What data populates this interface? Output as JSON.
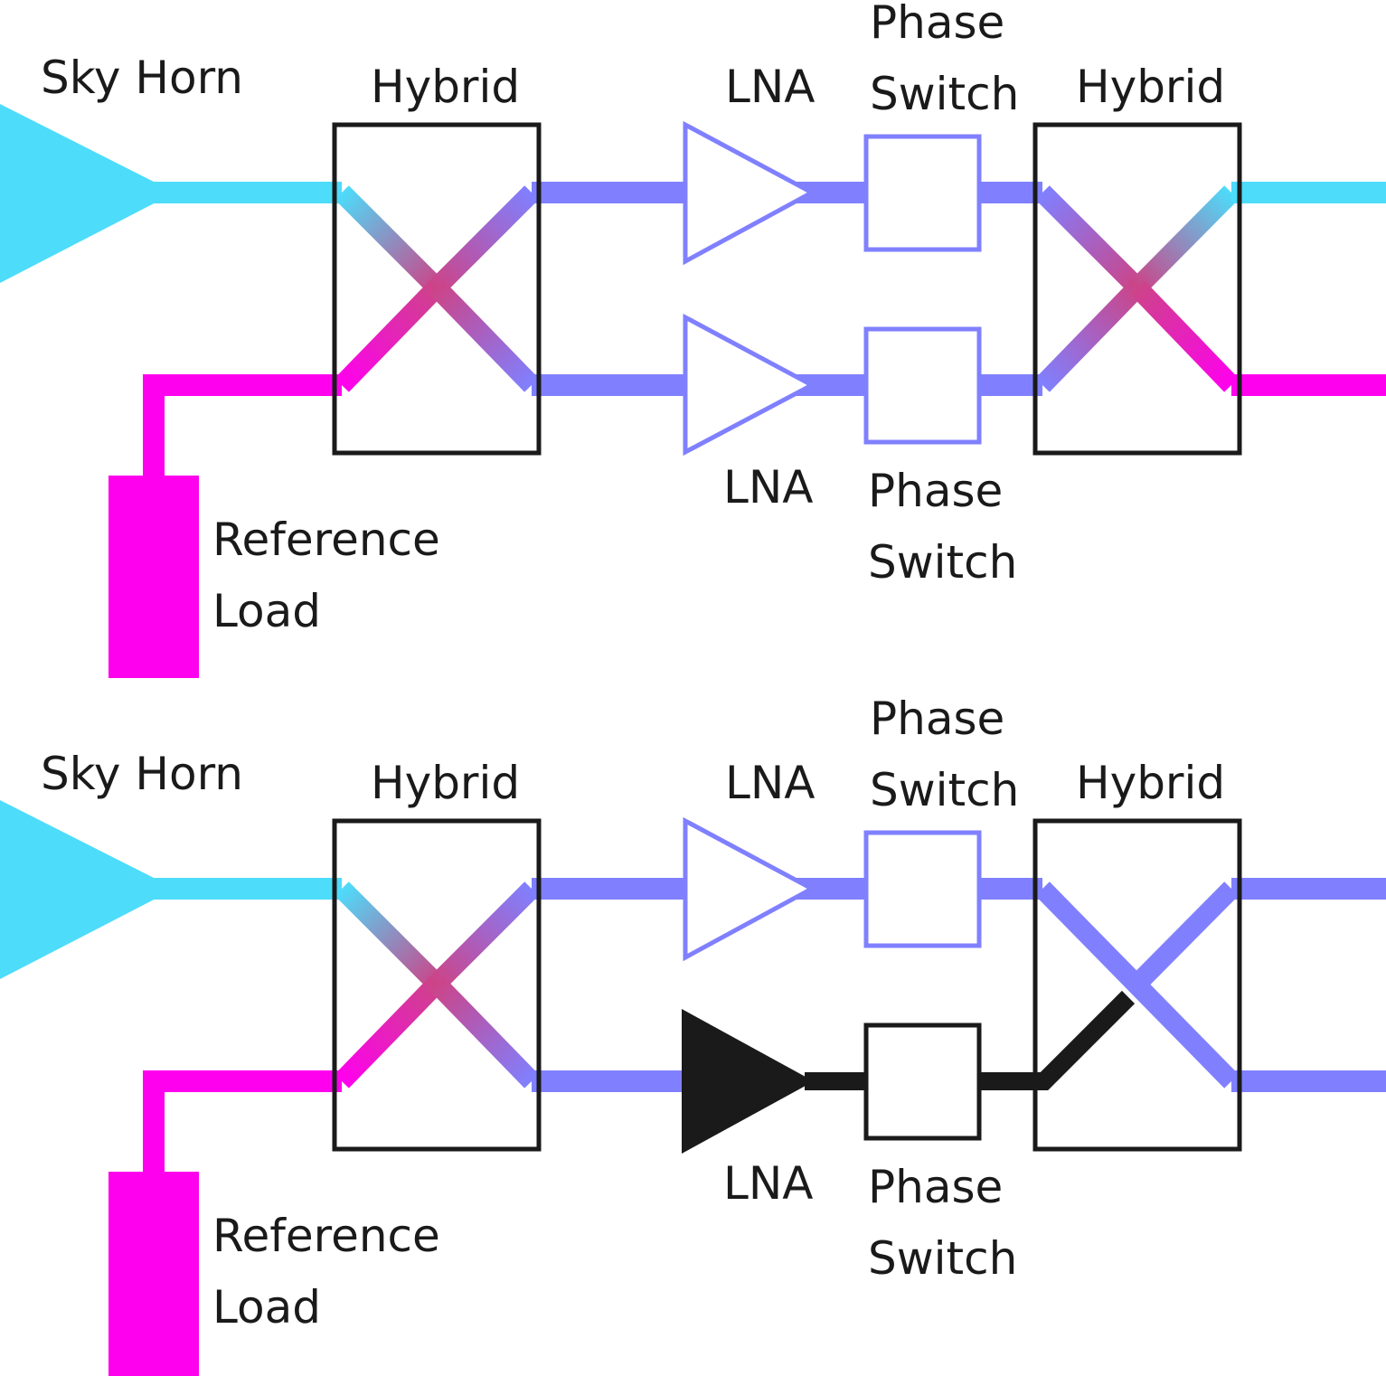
{
  "colors": {
    "sky": "#4ddcfa",
    "reference": "#ff00ee",
    "mixed": "#8080ff",
    "mixed_center": "#cc4488",
    "failed": "#1a1a1a",
    "box": "#1a1a1a"
  },
  "icons": {
    "sky_horn": "triangle-horn",
    "reference_load": "rectangle-load",
    "lna": "triangle-amplifier",
    "phase_switch": "square-box",
    "hybrid": "crossover-box"
  },
  "diagrams": [
    {
      "labels": {
        "sky_horn": "Sky Horn",
        "reference_line1": "Reference",
        "reference_line2": "Load",
        "hybrid_in": "Hybrid",
        "hybrid_out": "Hybrid",
        "lna_top": "LNA",
        "lna_bottom": "LNA",
        "phase_switch_top_line1": "Phase",
        "phase_switch_top_line2": "Switch",
        "phase_switch_bottom_line1": "Phase",
        "phase_switch_bottom_line2": "Switch"
      },
      "lower_chain_failed": false
    },
    {
      "labels": {
        "sky_horn": "Sky Horn",
        "reference_line1": "Reference",
        "reference_line2": "Load",
        "hybrid_in": "Hybrid",
        "hybrid_out": "Hybrid",
        "lna_top": "LNA",
        "lna_bottom": "LNA",
        "phase_switch_top_line1": "Phase",
        "phase_switch_top_line2": "Switch",
        "phase_switch_bottom_line1": "Phase",
        "phase_switch_bottom_line2": "Switch"
      },
      "lower_chain_failed": true
    }
  ]
}
